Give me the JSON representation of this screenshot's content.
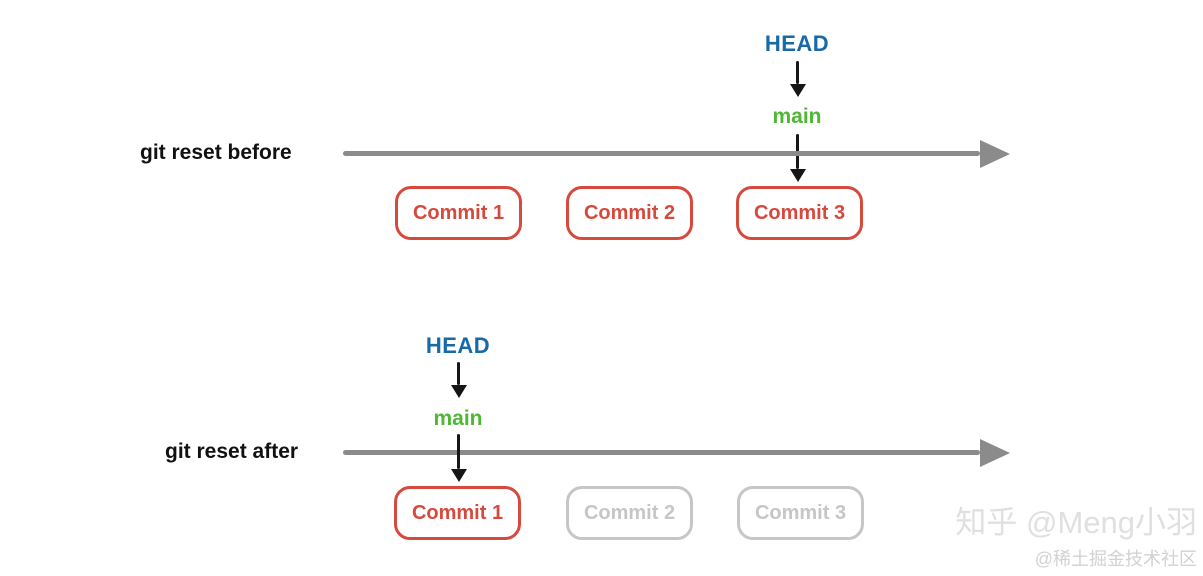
{
  "diagram": {
    "rows": [
      {
        "label": "git reset before",
        "head": "HEAD",
        "branch": "main",
        "commits": [
          {
            "label": "Commit 1",
            "state": "active"
          },
          {
            "label": "Commit 2",
            "state": "active"
          },
          {
            "label": "Commit 3",
            "state": "active"
          }
        ]
      },
      {
        "label": "git reset after",
        "head": "HEAD",
        "branch": "main",
        "commits": [
          {
            "label": "Commit 1",
            "state": "active"
          },
          {
            "label": "Commit 2",
            "state": "inactive"
          },
          {
            "label": "Commit 3",
            "state": "inactive"
          }
        ]
      }
    ]
  },
  "colors": {
    "head": "#1769a8",
    "branch": "#4eb834",
    "commit_active": "#d6493d",
    "commit_inactive": "#c6c6c6",
    "timeline": "#8b8b8b",
    "arrow": "#161616",
    "label": "#111111",
    "watermark_primary": "#e0e0e0",
    "watermark_secondary": "#d2d2d2"
  },
  "watermark": {
    "primary": "知乎 @Meng小羽",
    "secondary": "@稀土掘金技术社区"
  }
}
